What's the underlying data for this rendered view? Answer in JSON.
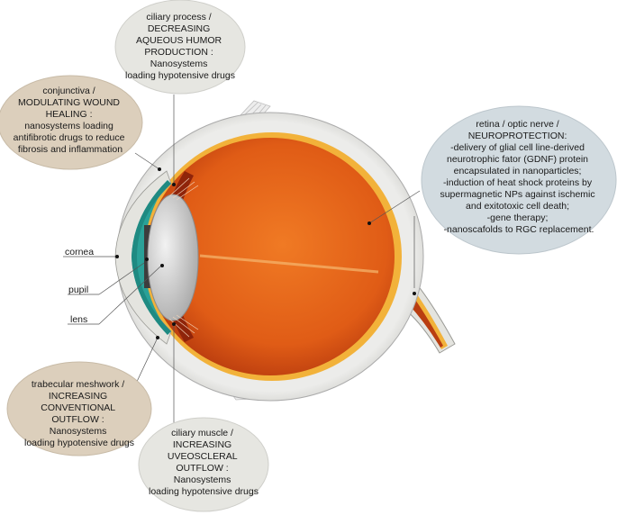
{
  "labels": {
    "ciliary_process": [
      "ciliary process /",
      "DECREASING",
      "AQUEOUS HUMOR",
      "PRODUCTION :",
      "Nanosystems",
      "loading hypotensive drugs"
    ],
    "conjunctiva": [
      "conjunctiva /",
      "MODULATING WOUND",
      "HEALING :",
      "nanosystems loading",
      "antifibrotic drugs to reduce",
      "fibrosis and inflammation"
    ],
    "retina": [
      "retina / optic nerve  /",
      "NEUROPROTECTION:",
      "-delivery of glial cell line-derived",
      "neurotrophic fator (GDNF) protein",
      "encapsulated in nanoparticles;",
      "-induction of heat shock proteins by",
      "supermagnetic NPs against ischemic",
      "and exitotoxic cell death;",
      "-gene therapy;",
      "-nanoscafolds to RGC replacement."
    ],
    "trabecular": [
      "trabecular meshwork /",
      "INCREASING",
      "CONVENTIONAL",
      "OUTFLOW :",
      "Nanosystems",
      "loading hypotensive drugs"
    ],
    "ciliary_muscle": [
      "ciliary muscle /",
      "INCREASING",
      "UVEOSCLERAL",
      "OUTFLOW :",
      "Nanosystems",
      "loading hypotensive drugs"
    ],
    "cornea": "cornea",
    "pupil": "pupil",
    "lens": "lens"
  },
  "colors": {
    "sclera": "#e4e4df",
    "globe": "#e4621a",
    "globe_dark": "#9c2c0c",
    "retina_band": "#f2b23a",
    "cornea": "#2aa198",
    "lens": "#c9c9c9",
    "bubble_grey": "#e6e6e1",
    "bubble_tan": "#dccfbc",
    "bubble_blue": "#d2dbe0"
  }
}
